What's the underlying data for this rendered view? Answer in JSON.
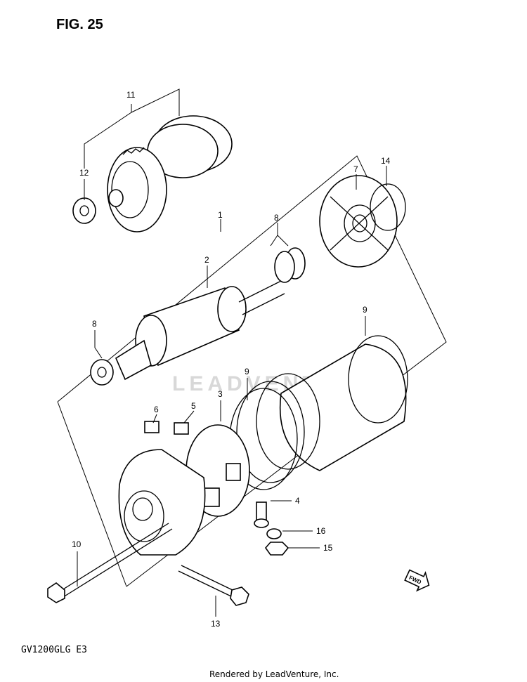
{
  "figure": {
    "title": "FIG. 25",
    "model_code": "GV1200GLG E3",
    "footer": "Rendered by LeadVenture, Inc.",
    "watermark": "LEADVENTURE",
    "fwd_label": "FWD"
  },
  "callouts": [
    {
      "label": "11"
    },
    {
      "label": "12"
    },
    {
      "label": "7"
    },
    {
      "label": "14"
    },
    {
      "label": "1"
    },
    {
      "label": "8"
    },
    {
      "label": "2"
    },
    {
      "label": "8"
    },
    {
      "label": "9"
    },
    {
      "label": "9"
    },
    {
      "label": "3"
    },
    {
      "label": "6"
    },
    {
      "label": "5"
    },
    {
      "label": "4"
    },
    {
      "label": "16"
    },
    {
      "label": "15"
    },
    {
      "label": "10"
    },
    {
      "label": "13"
    }
  ]
}
